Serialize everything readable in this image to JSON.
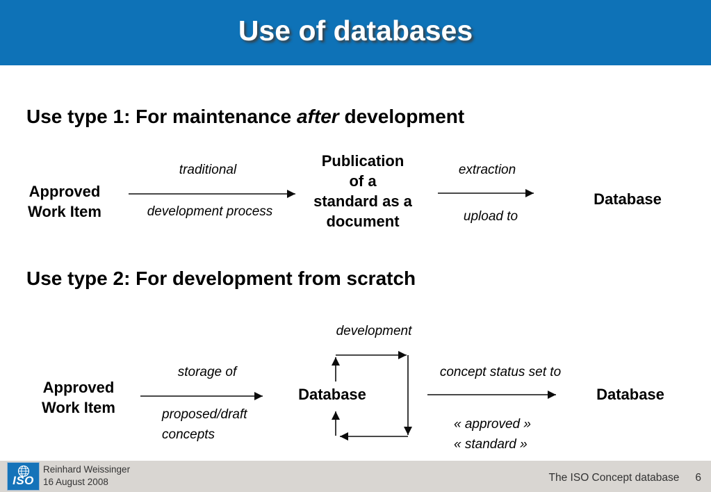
{
  "colors": {
    "accent": "#0e72b7",
    "footer-bg": "#d9d6d2",
    "footer-text": "#333333",
    "logo-blue": "#1573b9"
  },
  "header": {
    "title": "Use of databases"
  },
  "type1": {
    "heading_prefix": "Use type 1: For maintenance ",
    "heading_italic": "after",
    "heading_suffix": " development",
    "source": {
      "lines": [
        "Approved",
        "Work Item"
      ]
    },
    "arrow1": {
      "above": "traditional",
      "below": "development process"
    },
    "middle": {
      "lines": [
        "Publication",
        "of a",
        "standard as a",
        "document"
      ]
    },
    "arrow2": {
      "above": "extraction",
      "below": "upload to"
    },
    "target": "Database"
  },
  "type2": {
    "heading": "Use type 2: For development from scratch",
    "source": {
      "lines": [
        "Approved",
        "Work Item"
      ]
    },
    "arrow1": {
      "above": "storage of",
      "below_lines": [
        "proposed/draft",
        "concepts"
      ]
    },
    "middle": "Database",
    "loop_label": "development",
    "arrow2": {
      "above": "concept status set to",
      "below_lines": [
        "« approved »",
        "« standard »"
      ]
    },
    "target": "Database"
  },
  "footer": {
    "logo_text": "ISO",
    "author": "Reinhard Weissinger",
    "date": "16 August 2008",
    "right_text": "The ISO Concept database",
    "page_number": "6"
  }
}
